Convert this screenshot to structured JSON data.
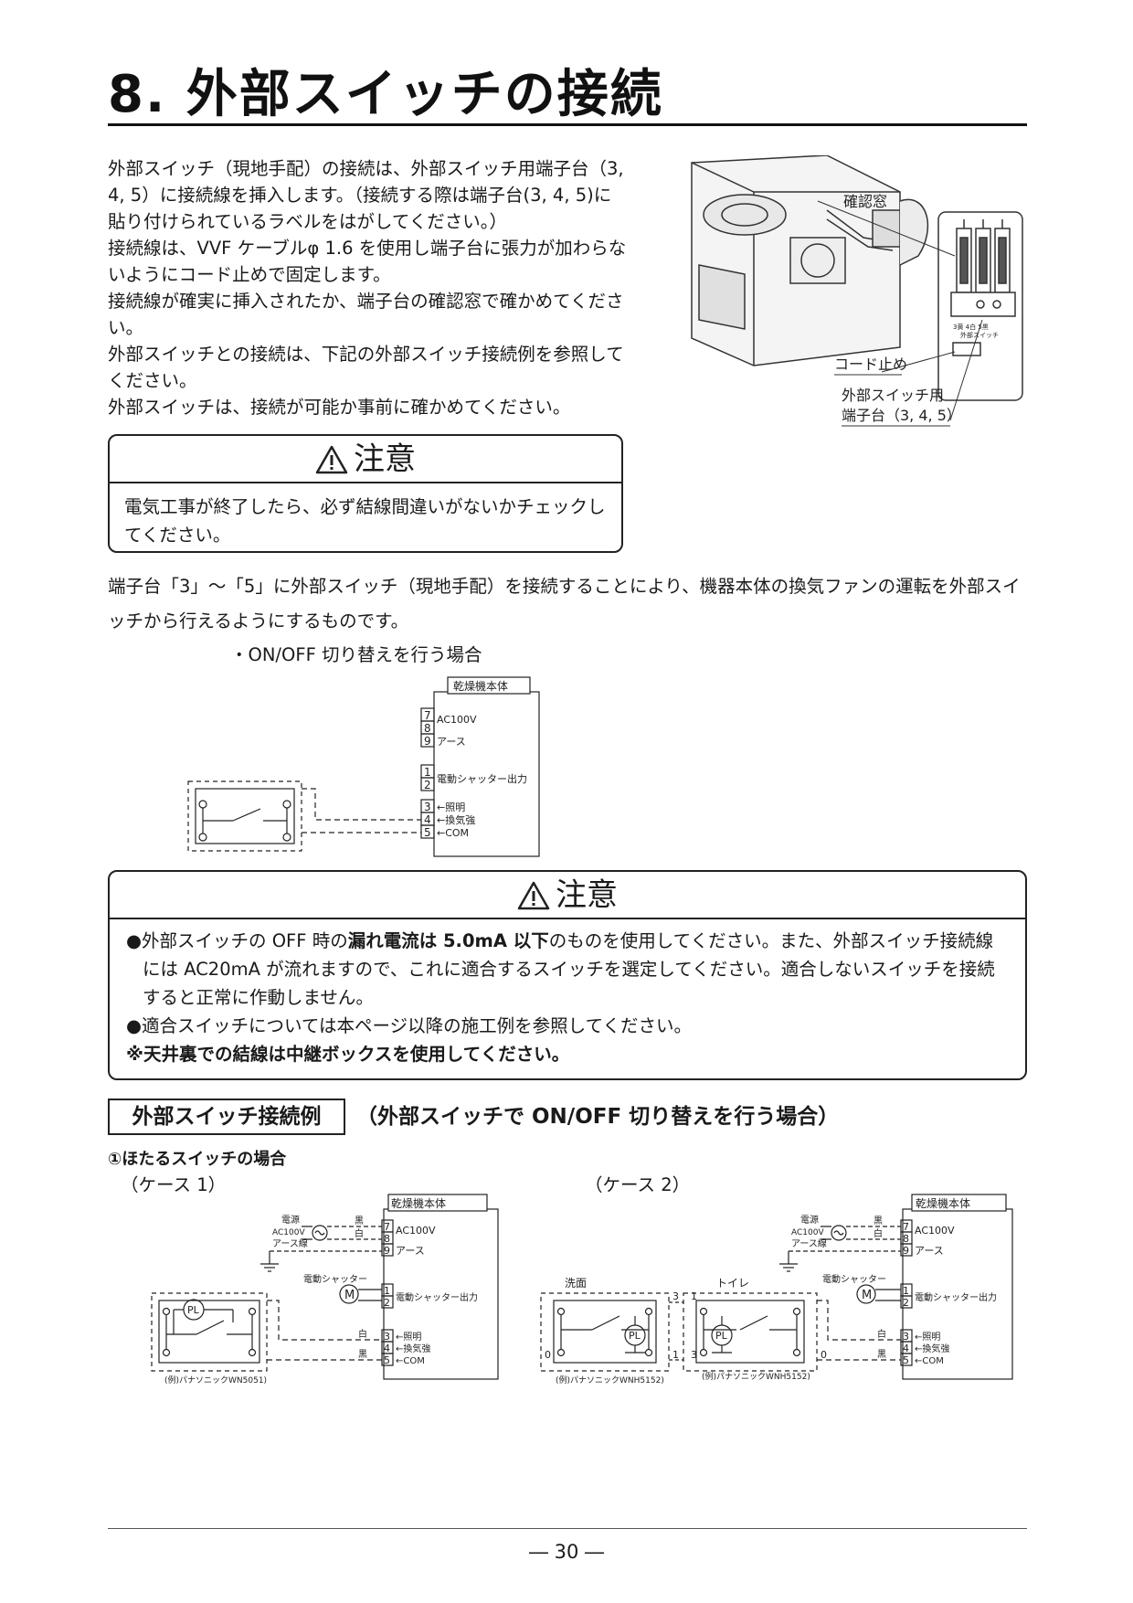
{
  "title": "8. 外部スイッチの接続",
  "intro": {
    "p1": "外部スイッチ（現地手配）の接続は、外部スイッチ用端子台（3, 4, 5）に接続線を挿入します。（接続する際は端子台(3, 4, 5)に貼り付けられているラベルをはがしてください。）",
    "p2": "接続線は、VVF ケーブルφ 1.6 を使用し端子台に張力が加わらないようにコード止めで固定します。",
    "p3": "接続線が確実に挿入されたか、端子台の確認窓で確かめてください。",
    "p4": "外部スイッチとの接続は、下記の外部スイッチ接続例を参照してください。",
    "p5": "外部スイッチは、接続が可能か事前に確かめてください。"
  },
  "photo": {
    "label_window": "確認窓",
    "label_cordstop": "コード止め",
    "label_terminal_1": "外部スイッチ用",
    "label_terminal_2": "端子台（3, 4, 5）",
    "label_small_1": "3黄 4白 5黒",
    "label_small_2": "外部スイッチ"
  },
  "caution1": {
    "heading": "注意",
    "body": "電気工事が終了したら、必ず結線間違いがないかチェックしてください。"
  },
  "paragraph": "端子台「3」～「5」に外部スイッチ（現地手配）を接続することにより、機器本体の換気ファンの運転を外部スイッチから行えるようにするものです。",
  "onoff_heading": "・ON/OFF 切り替えを行う場合",
  "diagram": {
    "unit": "乾燥機本体",
    "t7": "7",
    "t8": "8",
    "t9": "9",
    "t1": "1",
    "t2": "2",
    "t3": "3",
    "t4": "4",
    "t5": "5",
    "ac": "AC100V",
    "earth": "アース",
    "shutter_out": "電動シャッター出力",
    "light": "←照明",
    "vent": "←換気強",
    "com": "←COM"
  },
  "caution2": {
    "heading": "注意",
    "b1_pre": "●外部スイッチの OFF 時の",
    "b1_bold": "漏れ電流は 5.0mA 以下",
    "b1_post": "のものを使用してください。また、外部スイッチ接続線には AC20mA が流れますので、これに適合するスイッチを選定してください。適合しないスイッチを接続すると正常に作動しません。",
    "b2": "●適合スイッチについては本ページ以降の施工例を参照してください。",
    "note": "※天井裏での結線は中継ボックスを使用してください。"
  },
  "section": {
    "box_label": "外部スイッチ接続例",
    "text": "（外部スイッチで ON/OFF 切り替えを行う場合）"
  },
  "hotaru": {
    "heading": "①ほたるスイッチの場合",
    "case1": "（ケース 1）",
    "case2": "（ケース 2）",
    "power": "電源",
    "ac100": "AC100V",
    "earth_wire": "アース線",
    "black": "黒",
    "white": "白",
    "shutter": "電動シャッター",
    "pl": "PL",
    "m": "M",
    "example1": "(例)パナソニックWN5051)",
    "example2": "(例)パナソニックWNH5152)",
    "example3": "(例)パナソニックWNH5152)",
    "washroom": "洗面",
    "toilet": "トイレ",
    "n0": "0",
    "n1": "1",
    "n3": "3"
  },
  "page_number": "― 30 ―"
}
